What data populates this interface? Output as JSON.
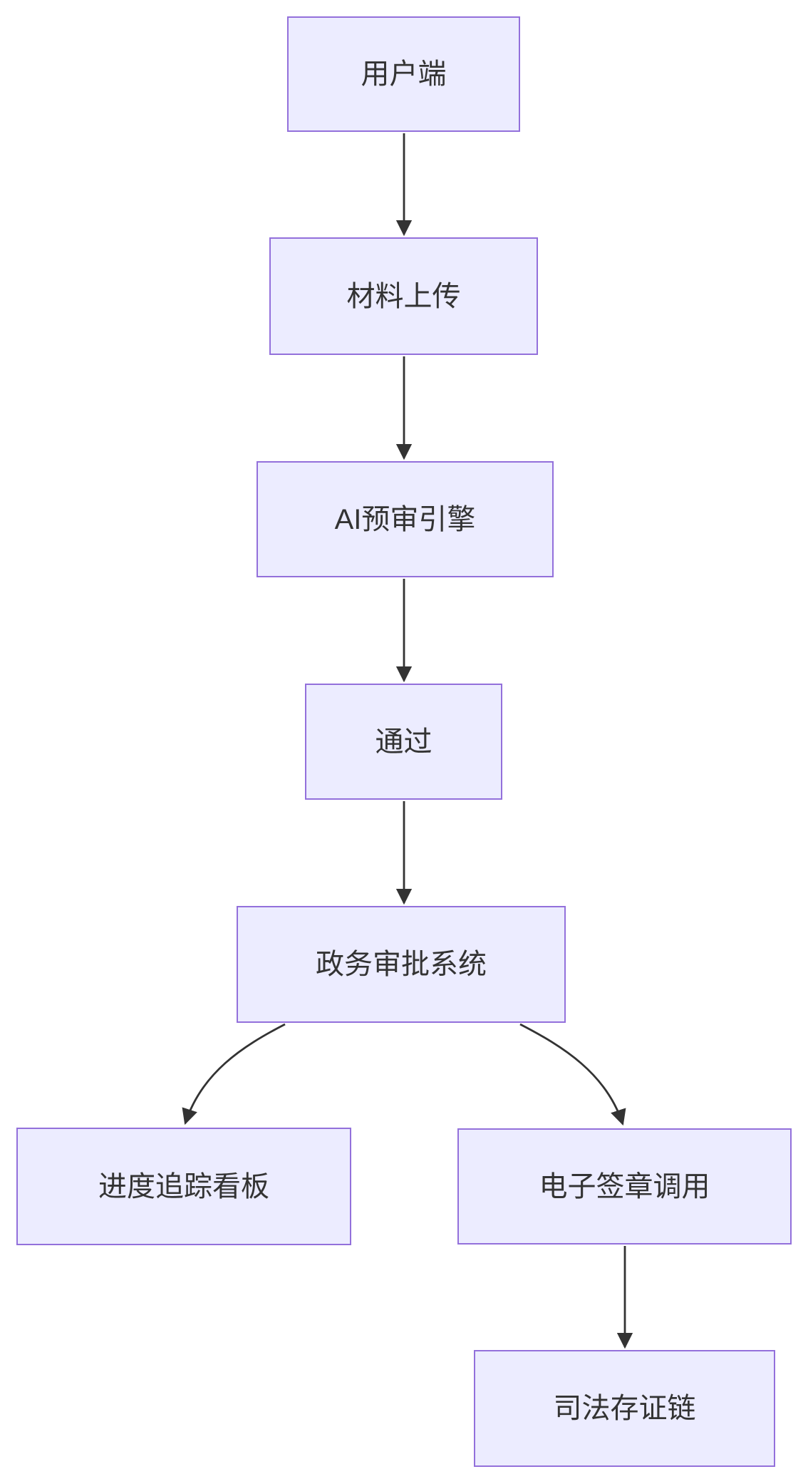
{
  "diagram": {
    "type": "flowchart",
    "direction": "top-down",
    "nodes": [
      {
        "id": "user",
        "label": "用户端"
      },
      {
        "id": "upload",
        "label": "材料上传"
      },
      {
        "id": "ai",
        "label": "AI预审引擎"
      },
      {
        "id": "pass",
        "label": "通过"
      },
      {
        "id": "gov",
        "label": "政务审批系统"
      },
      {
        "id": "progress",
        "label": "进度追踪看板"
      },
      {
        "id": "esign",
        "label": "电子签章调用"
      },
      {
        "id": "judicial",
        "label": "司法存证链"
      }
    ],
    "edges": [
      {
        "from": "用户端",
        "to": "材料上传"
      },
      {
        "from": "材料上传",
        "to": "AI预审引擎"
      },
      {
        "from": "AI预审引擎",
        "to": "通过"
      },
      {
        "from": "通过",
        "to": "政务审批系统"
      },
      {
        "from": "政务审批系统",
        "to": "进度追踪看板"
      },
      {
        "from": "政务审批系统",
        "to": "电子签章调用"
      },
      {
        "from": "电子签章调用",
        "to": "司法存证链"
      }
    ],
    "theme": {
      "node_fill": "#ECECFF",
      "node_border": "#9370DB",
      "text_color": "#333333",
      "arrow_color": "#333333",
      "background": "#FFFFFF"
    }
  }
}
